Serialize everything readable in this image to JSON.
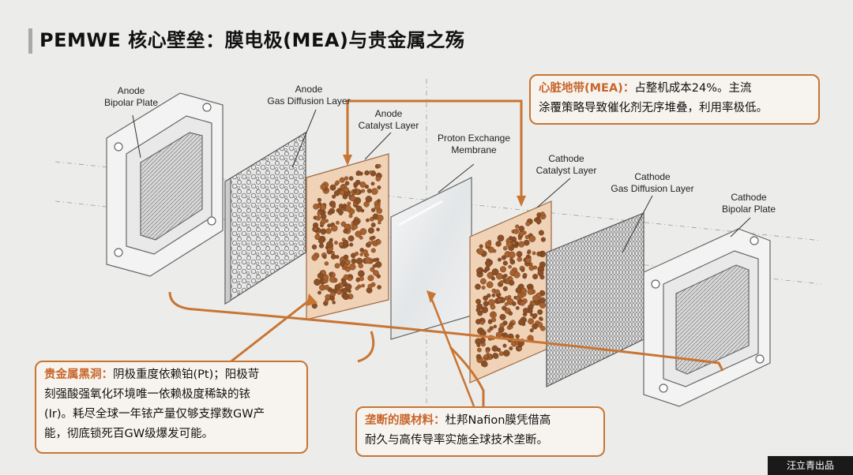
{
  "title": "PEMWE 核心壁垒：膜电极(MEA)与贵金属之殇",
  "labels": {
    "anode_bipolar": "Anode\nBipolar Plate",
    "anode_gdl": "Anode\nGas Diffusion Layer",
    "anode_cl": "Anode\nCatalyst Layer",
    "pem": "Proton Exchange\nMembrane",
    "cathode_cl": "Cathode\nCatalyst Layer",
    "cathode_gdl": "Cathode\nGas Diffusion Layer",
    "cathode_bipolar": "Cathode\nBipolar Plate"
  },
  "callouts": {
    "mea": {
      "heading": "心脏地带(MEA)：",
      "text_line1": "占整机成本24%。主流",
      "text_line2": "涂覆策略导致催化剂无序堆叠，利用率极低。"
    },
    "metal": {
      "heading": "贵金属黑洞：",
      "text_line1": "阴极重度依赖铂(Pt)；阳极苛",
      "text_line2": "刻强酸强氧化环境唯一依赖极度稀缺的铱",
      "text_line3": "(Ir)。耗尽全球一年铱产量仅够支撑数GW产",
      "text_line4": "能，彻底锁死百GW级爆发可能。"
    },
    "membrane": {
      "heading": "垄断的膜材料：",
      "text_line1": "杜邦Nafion膜凭借高",
      "text_line2": "耐久与高传导率实施全球技术垄断。"
    }
  },
  "footer": "汪立青出品",
  "colors": {
    "accent": "#c87533",
    "highlight": "#c8652a",
    "catalyst_bg": "#f0d2b6",
    "particle": "#a8622f"
  }
}
